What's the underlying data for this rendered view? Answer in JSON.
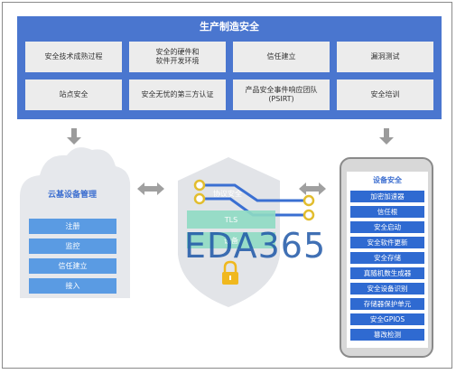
{
  "top_panel": {
    "title": "生产制造安全",
    "row1": [
      "安全技术成熟过程",
      "安全的硬件和\n软件开发环境",
      "信任建立",
      "漏洞测试"
    ],
    "row2": [
      "站点安全",
      "安全无忧的第三方认证",
      "产品安全事件响应团队\n(PSIRT)",
      "安全培训"
    ]
  },
  "cloud": {
    "title": "云基设备管理",
    "items": [
      "注册",
      "监控",
      "信任建立",
      "接入"
    ]
  },
  "shield": {
    "protocol_label": "协议安全",
    "tls_label": "TLS",
    "dev_label": "设备"
  },
  "watermark": "EDA365",
  "phone": {
    "title": "设备安全",
    "items": [
      "加密加速器",
      "信任根",
      "安全启动",
      "安全软件更新",
      "安全存储",
      "真随机数生成器",
      "安全设备识别",
      "存储器保护单元",
      "安全GPIOS",
      "篡改检测"
    ]
  },
  "colors": {
    "panel_blue": "#4a76cf",
    "cell_gray": "#ececec",
    "cloud_item_blue": "#5a9be3",
    "phone_item_blue": "#2f6ad1",
    "shield_gray": "#e2e4e8",
    "circuit_blue": "#3a6fd2",
    "circuit_gold": "#e2bd2e",
    "lock_gold": "#f0b81e"
  }
}
